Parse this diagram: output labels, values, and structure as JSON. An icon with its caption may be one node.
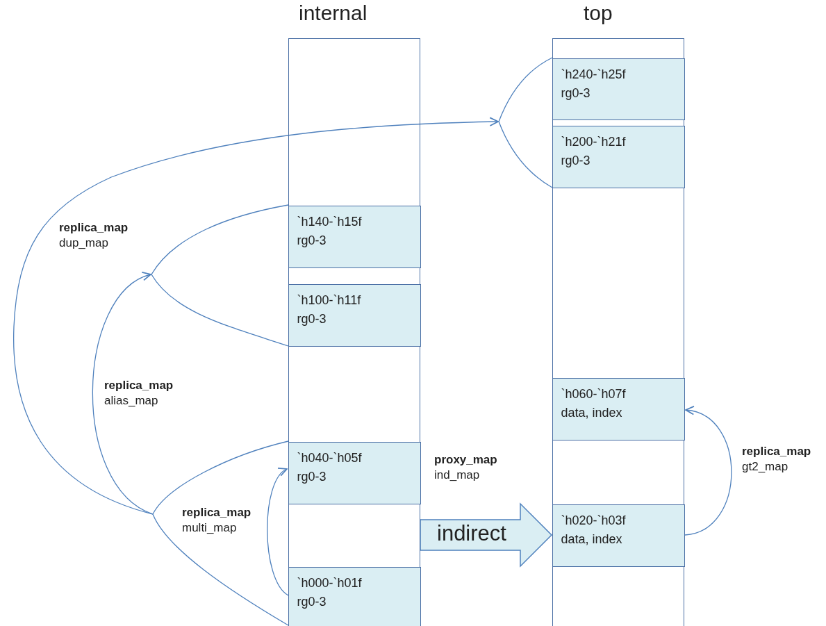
{
  "diagram": {
    "nodes": [
      {
        "text": [
          "internal"
        ]
      },
      {
        "text": [
          "top"
        ]
      },
      {
        "text": [
          "`h140-`h15f",
          "rg0-3"
        ],
        "in": 0
      },
      {
        "text": [
          "`h100-`h11f",
          "rg0-3"
        ],
        "in": 0
      },
      {
        "text": [
          "`h040-`h05f",
          "rg0-3"
        ],
        "in": 0
      },
      {
        "text": [
          "`h000-`h01f",
          "rg0-3"
        ],
        "in": 0
      },
      {
        "text": [
          "`h240-`h25f",
          "rg0-3"
        ],
        "in": 1
      },
      {
        "text": [
          "`h200-`h21f",
          "rg0-3"
        ],
        "in": 1
      },
      {
        "text": [
          "`h060-`h07f",
          "data, index"
        ],
        "in": 1
      },
      {
        "text": [
          "`h020-`h03f",
          "data, index"
        ],
        "in": 1
      },
      {
        "text": [],
        "shape": "bracket"
      },
      {
        "text": [],
        "shape": "bracket"
      }
    ],
    "edges": [
      {
        "from": 4,
        "to": 10,
        "arrow": "to"
      },
      {
        "from": 5,
        "to": 10,
        "arrow": "to"
      },
      {
        "from": 4,
        "to": 11,
        "arrow": "to"
      },
      {
        "from": 5,
        "to": 11,
        "arrow": "to"
      },
      {
        "from": 5,
        "to": 4,
        "arrow": "to"
      },
      {
        "from": 0,
        "to": 9,
        "arrow": "to",
        "label": "indirect"
      },
      {
        "from": 9,
        "to": 8,
        "arrow": "to"
      }
    ],
    "labels": [
      "replica_map",
      "dup_map",
      "replica_map",
      "alias_map",
      "replica_map",
      "multi_map",
      "proxy_map",
      "ind_map",
      "replica_map",
      "gt2_map"
    ]
  }
}
